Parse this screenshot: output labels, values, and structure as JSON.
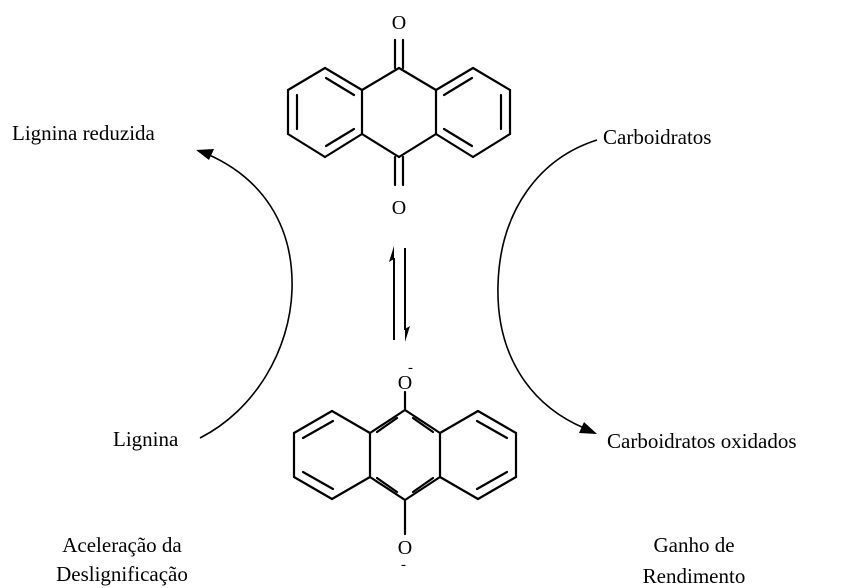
{
  "labels": {
    "lignina_reduzida": "Lignina reduzida",
    "lignina": "Lignina",
    "carboidratos": "Carboidratos",
    "carboidratos_oxidados": "Carboidratos oxidados",
    "aceleracao_l1": "Aceleração da",
    "aceleracao_l2": "Deslignificação",
    "ganho_l1": "Ganho de",
    "ganho_l2": "Rendimento"
  },
  "atoms": {
    "oxygen": "O",
    "charge": "-"
  },
  "colors": {
    "ink": "#000000",
    "background": "#ffffff"
  }
}
